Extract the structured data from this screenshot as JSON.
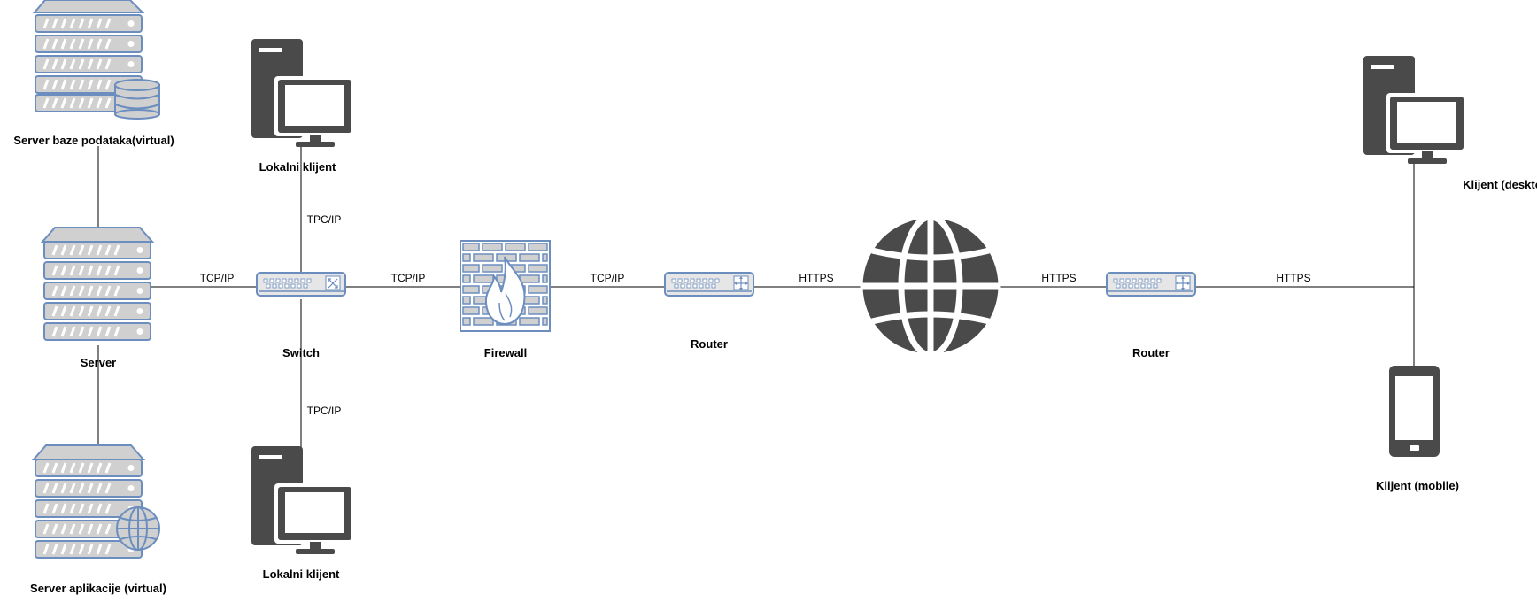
{
  "nodes": {
    "db_server": {
      "label": "Server baze podataka(virtual)",
      "icon": "database-server-icon"
    },
    "server": {
      "label": "Server",
      "icon": "server-rack-icon"
    },
    "app_server": {
      "label": "Server aplikacije (virtual)",
      "icon": "web-server-icon"
    },
    "local_client_top": {
      "label": "Lokalni klijent",
      "icon": "desktop-computer-icon"
    },
    "local_client_bottom": {
      "label": "Lokalni klijent",
      "icon": "desktop-computer-icon"
    },
    "switch": {
      "label": "Switch",
      "icon": "switch-icon"
    },
    "firewall": {
      "label": "Firewall",
      "icon": "firewall-icon"
    },
    "router_left": {
      "label": "Router",
      "icon": "router-icon"
    },
    "internet": {
      "label": "",
      "icon": "globe-icon"
    },
    "router_right": {
      "label": "Router",
      "icon": "router-icon"
    },
    "client_desktop": {
      "label": "Klijent (desktop)",
      "icon": "desktop-computer-icon"
    },
    "client_mobile": {
      "label": "Klijent (mobile)",
      "icon": "mobile-phone-icon"
    }
  },
  "edges": {
    "server_switch": "TCP/IP",
    "switch_client_top": "TPC/IP",
    "switch_client_bottom": "TPC/IP",
    "switch_firewall": "TCP/IP",
    "firewall_router": "TCP/IP",
    "router_internet": "HTTPS",
    "internet_router": "HTTPS",
    "router_clients": "HTTPS"
  },
  "colors": {
    "device_fill": "#d0d0d0",
    "device_stroke": "#6c8ebf",
    "dark_icon": "#4a4a4a",
    "connector": "#000000"
  }
}
